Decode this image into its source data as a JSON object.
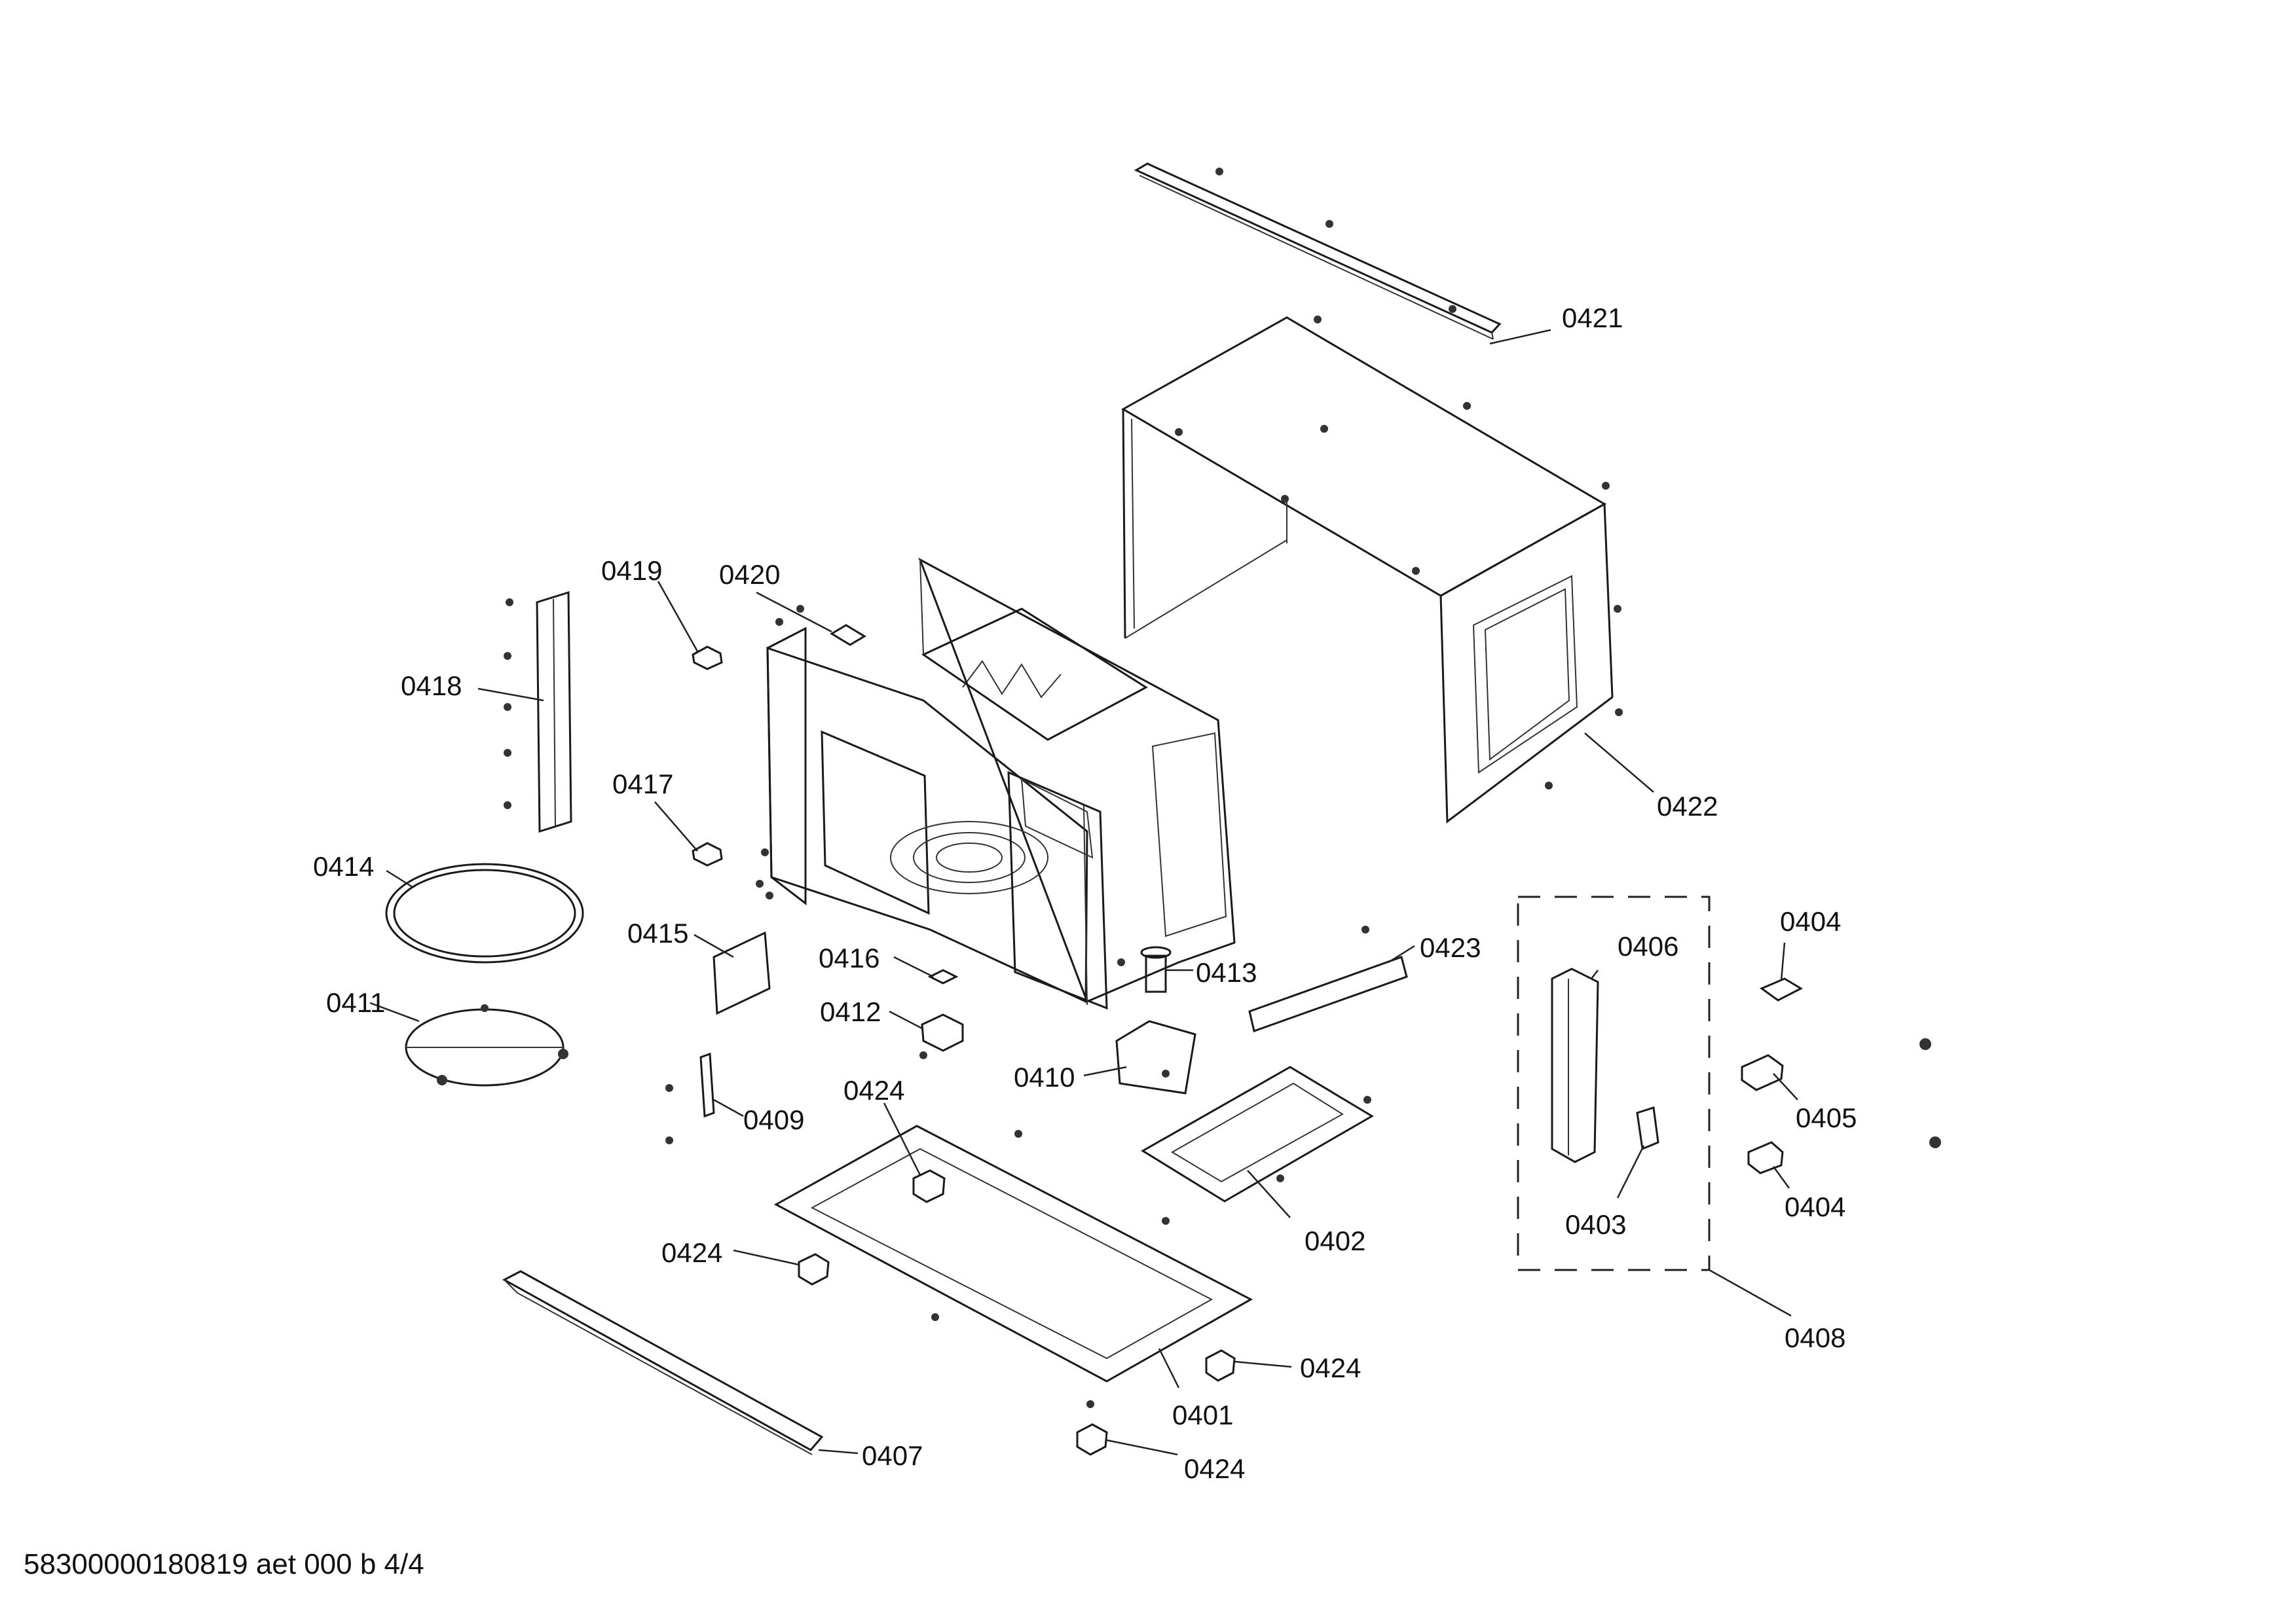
{
  "footer": "58300000180819 aet 000 b 4/4",
  "parts": {
    "p0401": "0401",
    "p0402": "0402",
    "p0403": "0403",
    "p0404a": "0404",
    "p0404b": "0404",
    "p0405": "0405",
    "p0406": "0406",
    "p0407": "0407",
    "p0408": "0408",
    "p0409": "0409",
    "p0410": "0410",
    "p0411": "0411",
    "p0412": "0412",
    "p0413": "0413",
    "p0414": "0414",
    "p0415": "0415",
    "p0416": "0416",
    "p0417": "0417",
    "p0418": "0418",
    "p0419": "0419",
    "p0420": "0420",
    "p0421": "0421",
    "p0422": "0422",
    "p0423": "0423",
    "p0424a": "0424",
    "p0424b": "0424",
    "p0424c": "0424",
    "p0424d": "0424"
  }
}
